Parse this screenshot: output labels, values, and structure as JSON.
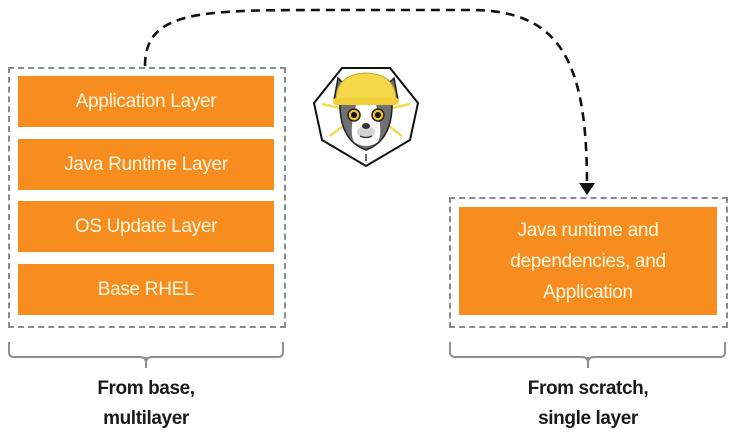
{
  "diagram": {
    "left_group": {
      "layers": [
        {
          "label": "Application Layer"
        },
        {
          "label": "Java Runtime Layer"
        },
        {
          "label": "OS Update Layer"
        },
        {
          "label": "Base RHEL"
        }
      ],
      "caption_line1": "From base,",
      "caption_line2": "multilayer"
    },
    "right_group": {
      "layer_lines": [
        "Java runtime and",
        "dependencies, and",
        "Application"
      ],
      "caption_line1": "From scratch,",
      "caption_line2": "single layer"
    },
    "logo": {
      "icon": "quarkus-dog-hardhat-icon"
    },
    "arrow": {
      "style": "dashed",
      "from": "left_group",
      "to": "right_group"
    },
    "colors": {
      "layer_fill": "#f78c1f",
      "layer_text": "#fff7e0",
      "box_border": "#8a8a8a",
      "arrow": "#111111",
      "caption": "#1a1a1a"
    }
  }
}
